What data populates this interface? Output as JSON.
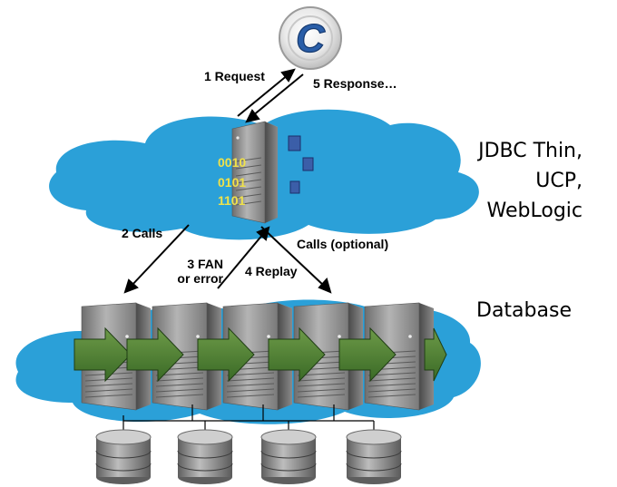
{
  "client": {
    "glyph": "C"
  },
  "labels": {
    "request": "1 Request",
    "response": "5 Response…",
    "calls": "2 Calls",
    "fan_line1": "3 FAN",
    "fan_line2": "or error",
    "replay": "4 Replay",
    "calls_optional": "Calls (optional)"
  },
  "middle_tier": {
    "lines": [
      "JDBC Thin,",
      "UCP,",
      "WebLogic"
    ],
    "binary_lines": [
      "0010",
      "0101",
      "1101"
    ]
  },
  "database": {
    "title": "Database"
  },
  "colors": {
    "cloud": "#2ba0d8",
    "arrow_green": "#4a7a32",
    "server_grey": "#8c8c8c",
    "binary_yellow": "#f0e24a",
    "client_blue": "#2a5ea8"
  }
}
